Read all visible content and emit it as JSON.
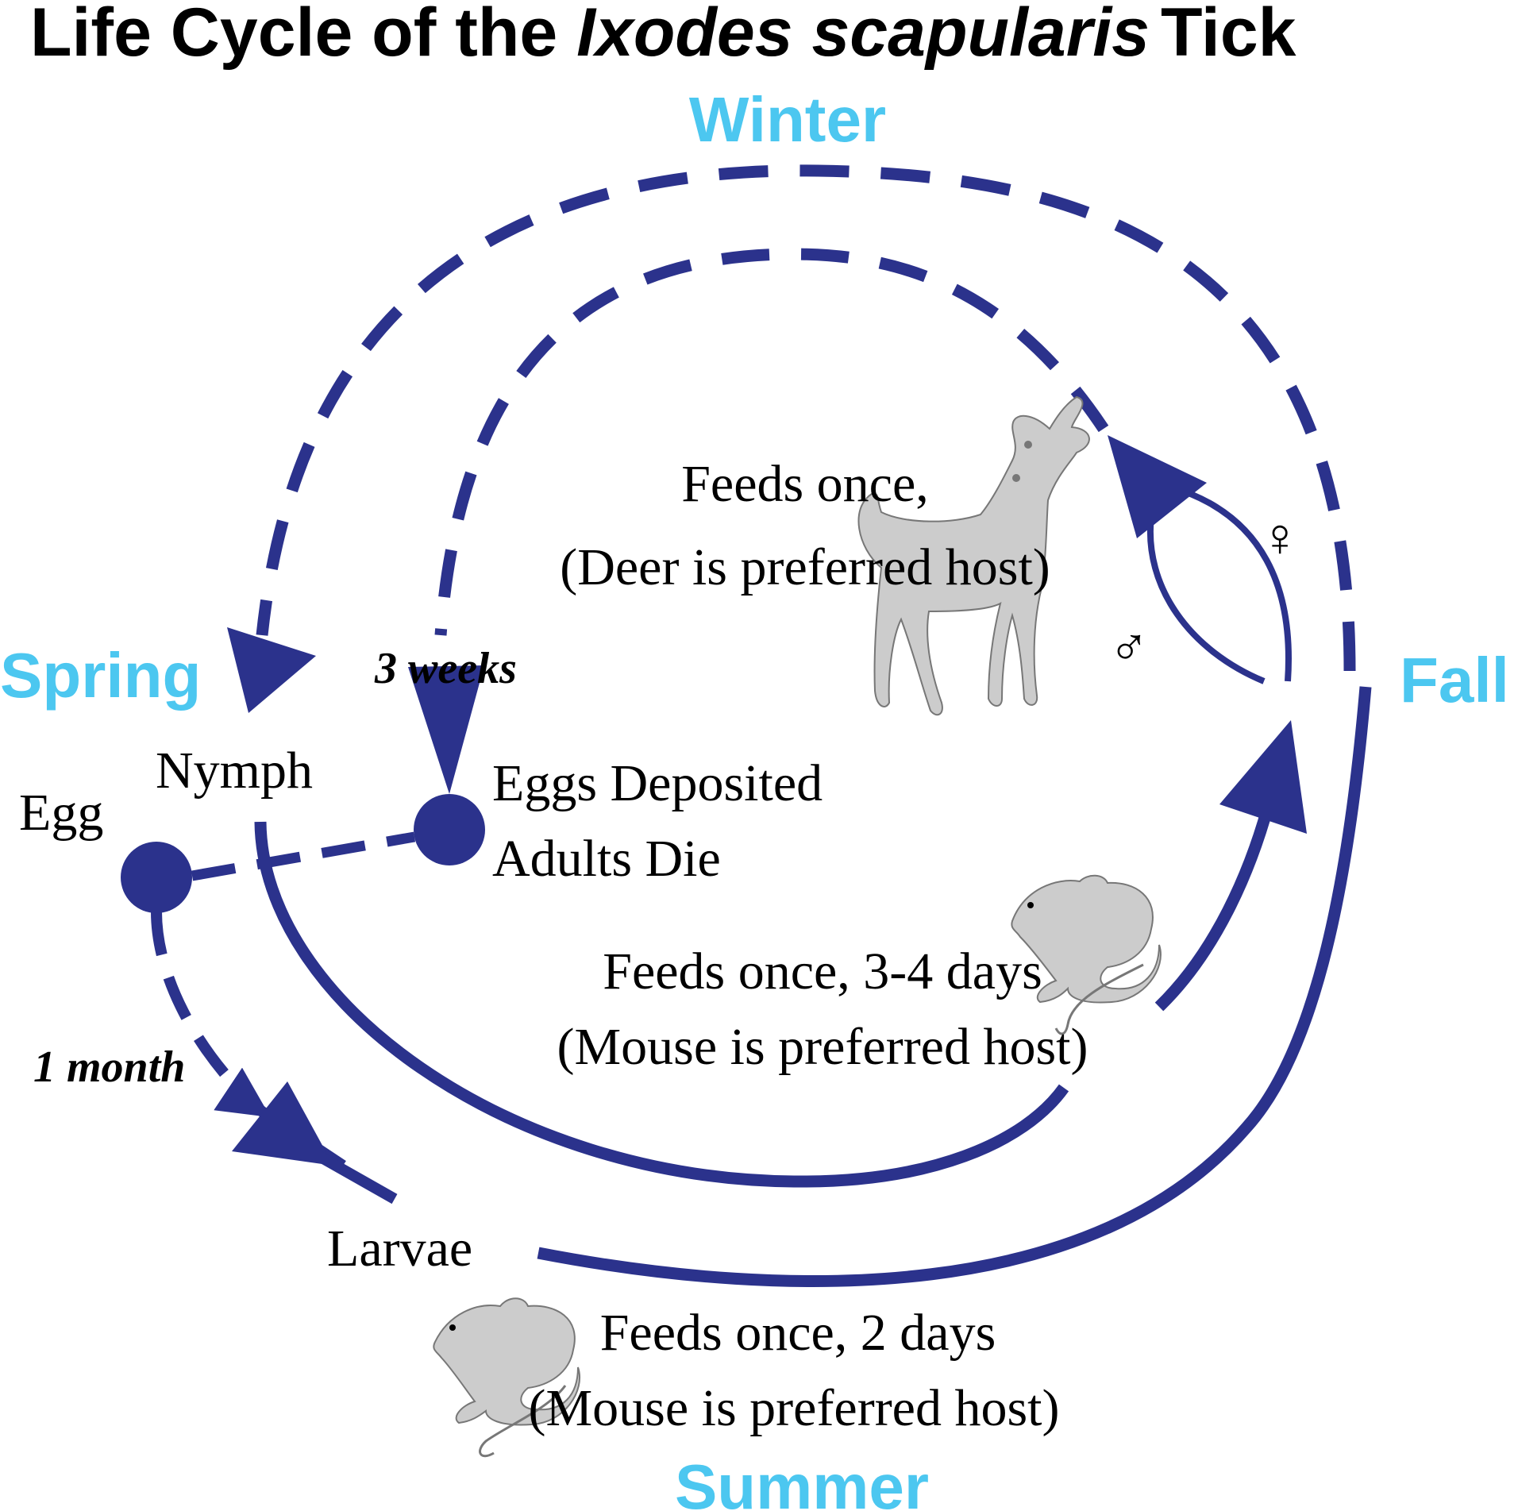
{
  "title": {
    "prefix": "Life Cycle of the ",
    "species": "Ixodes scapularis",
    "suffix": "Tick"
  },
  "seasons": {
    "winter": "Winter",
    "spring": "Spring",
    "fall": "Fall",
    "summer": "Summer"
  },
  "stages": {
    "egg": "Egg",
    "nymph": "Nymph",
    "larvae": "Larvae",
    "eggs_deposited": "Eggs Deposited",
    "adults_die": "Adults Die"
  },
  "durations": {
    "weeks": "3 weeks",
    "month": "1 month"
  },
  "feeding": {
    "adult_line1": "Feeds once,",
    "adult_line2": "(Deer is preferred host)",
    "nymph_line1": "Feeds once, 3-4 days",
    "nymph_line2": "(Mouse is preferred host)",
    "larvae_line1": "Feeds once, 2 days",
    "larvae_line2": "(Mouse is preferred host)"
  },
  "symbols": {
    "female": "♀",
    "male": "♂"
  },
  "icons": [
    "deer-icon",
    "mouse-icon",
    "mouse-icon"
  ],
  "colors": {
    "cycle": "#2b328c",
    "season": "#4cc7f0",
    "animal": "#cccccc",
    "text": "#000000"
  }
}
